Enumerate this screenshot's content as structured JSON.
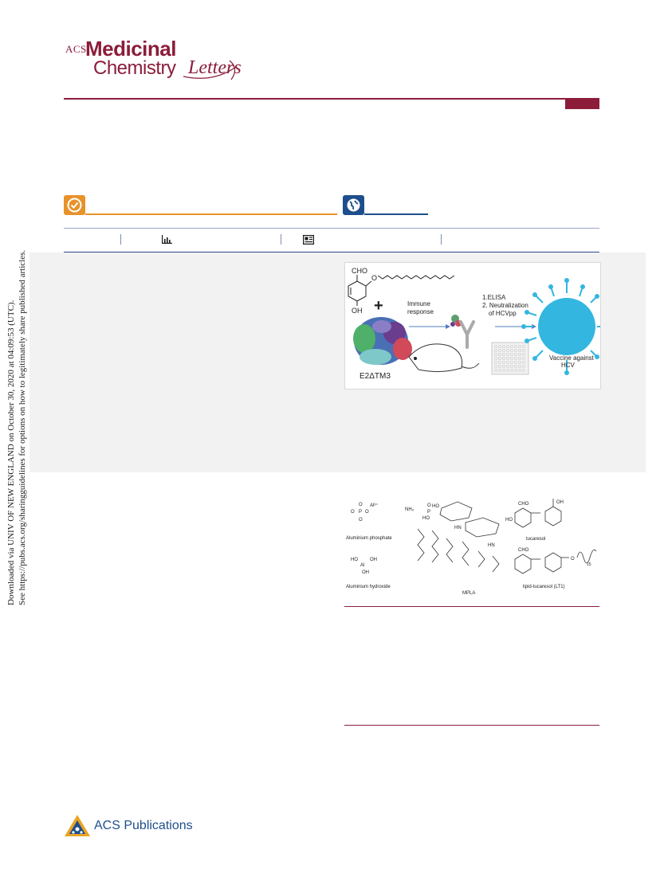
{
  "journal": {
    "acs_prefix": "ACS",
    "line1": "Medicinal",
    "line2": "Chemistry",
    "line3": "Letters"
  },
  "sidebar_notice": {
    "line1": "Downloaded via UNIV OF NEW ENGLAND on October 30, 2020 at 04:09:53 (UTC).",
    "line2": "See https://pubs.acs.org/sharingguidelines for options on how to legitimately share published articles."
  },
  "toc_graphic": {
    "chem_cho": "CHO",
    "chem_o": "O",
    "chem_oh": "OH",
    "plus": "+",
    "immune_line1": "Immune",
    "immune_line2": "response",
    "step1": "1.ELISA",
    "step2_line1": "2. Neutralization",
    "step2_line2": "of HCVpp",
    "protein_label": "E2ΔTM3",
    "vaccine_line1": "Vaccine against",
    "vaccine_line2": "HCV"
  },
  "figure1": {
    "al_phosphate": "Aluminium phosphate",
    "al_hydroxide": "Aluminium hydroxide",
    "mpla": "MPLA",
    "tucaresol": "tucaresol",
    "lipid_tucaresol": "lipid-tucaresol (LT1)",
    "al3": "Al³⁺",
    "nh4": "NH₄",
    "cho1": "CHO",
    "cho2": "CHO",
    "ho1": "HO",
    "ho2": "HO",
    "ho_al": "HO",
    "oh_al": "OH",
    "oh_al2": "OH",
    "al": "Al",
    "hn1": "HN",
    "hn2": "HN",
    "sub15": "15"
  },
  "publisher": {
    "name": "ACS Publications"
  },
  "colors": {
    "brand": "#8b1d3b",
    "orange": "#e8922a",
    "blue": "#1f4e8c",
    "panel_gray": "#f2f2f2"
  },
  "icons": {
    "check": "checkmark-icon",
    "globe": "globe-icon",
    "metrics": "bar-chart-icon",
    "article": "article-icon"
  }
}
